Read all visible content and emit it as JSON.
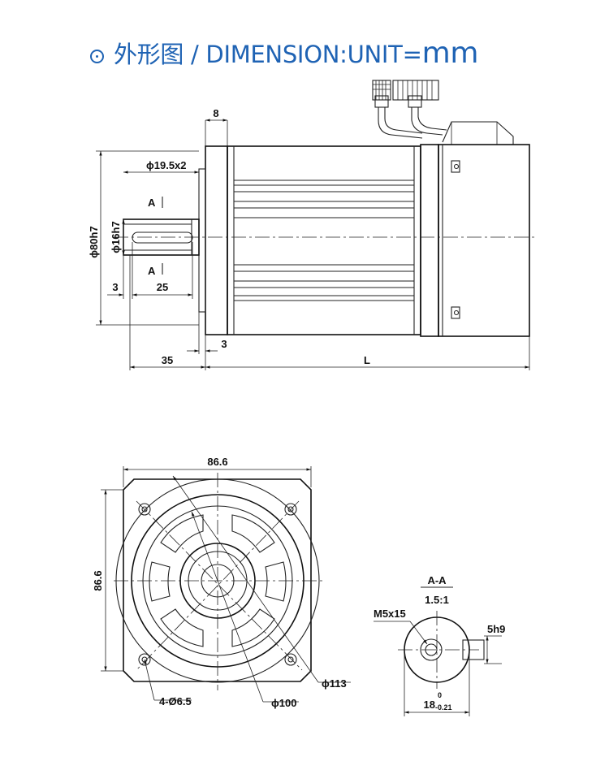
{
  "header": {
    "icon": "circle-dot-icon",
    "title_main": "外形图 / DIMENSION:UNIT=",
    "title_unit": "mm",
    "color": "#1f63b4"
  },
  "side_view": {
    "flange_thickness": "8",
    "key_width": "ϕ19.5x2",
    "body_diameter": "ϕ80h7",
    "shaft_diameter": "ϕ16h7",
    "section_mark_top": "A",
    "section_mark_bottom": "A",
    "key_offset": "3",
    "key_length": "25",
    "spigot": "3",
    "shaft_length": "35",
    "body_length": "L"
  },
  "front_view": {
    "width": "86.6",
    "height": "86.6",
    "bolt_circle": "ϕ113",
    "spigot_diameter": "ϕ100",
    "mount_holes": "4-Ø6.5"
  },
  "section_view": {
    "title": "A-A",
    "scale": "1.5:1",
    "thread": "M5x15",
    "key": "5h9",
    "diameter": "18",
    "tol_upper": "0",
    "tol_lower": "-0.21"
  }
}
